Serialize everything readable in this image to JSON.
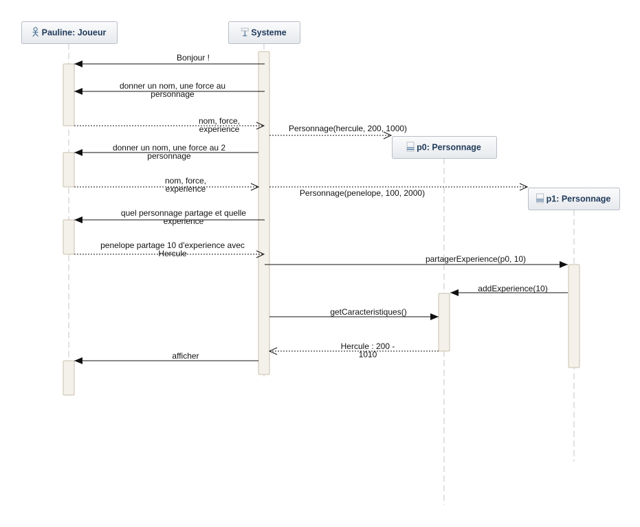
{
  "lifelines": [
    {
      "id": "joueur",
      "name": "Pauline: Joueur",
      "icon": "actor-icon"
    },
    {
      "id": "systeme",
      "name": "Systeme",
      "icon": "system-icon"
    },
    {
      "id": "p0",
      "name": "p0: Personnage",
      "icon": "class-instance-icon"
    },
    {
      "id": "p1",
      "name": "p1: Personnage",
      "icon": "class-instance-icon"
    }
  ],
  "messages": [
    {
      "label": [
        "Bonjour !"
      ],
      "from": "systeme",
      "to": "joueur",
      "kind": "sync"
    },
    {
      "label": [
        "donner un nom, une force au",
        "personnage"
      ],
      "from": "systeme",
      "to": "joueur",
      "kind": "sync"
    },
    {
      "label": [
        "nom, force,",
        "experience"
      ],
      "from": "joueur",
      "to": "systeme",
      "kind": "reply"
    },
    {
      "label": [
        "Personnage(hercule, 200, 1000)"
      ],
      "from": "systeme",
      "to": "p0",
      "kind": "create"
    },
    {
      "label": [
        "donner un nom, une force au 2",
        "personnage"
      ],
      "from": "systeme",
      "to": "joueur",
      "kind": "sync"
    },
    {
      "label": [
        "nom, force,",
        "experience"
      ],
      "from": "joueur",
      "to": "systeme",
      "kind": "reply"
    },
    {
      "label": [
        "Personnage(penelope, 100, 2000)"
      ],
      "from": "systeme",
      "to": "p1",
      "kind": "create"
    },
    {
      "label": [
        "quel personnage partage et quelle",
        "experience"
      ],
      "from": "systeme",
      "to": "joueur",
      "kind": "sync"
    },
    {
      "label": [
        "penelope partage 10 d'experience avec",
        "Hercule"
      ],
      "from": "joueur",
      "to": "systeme",
      "kind": "reply"
    },
    {
      "label": [
        "partagerExperience(p0, 10)"
      ],
      "from": "systeme",
      "to": "p1",
      "kind": "sync"
    },
    {
      "label": [
        "addExperience(10)"
      ],
      "from": "p1",
      "to": "p0",
      "kind": "sync"
    },
    {
      "label": [
        "getCaracteristiques()"
      ],
      "from": "systeme",
      "to": "p0",
      "kind": "sync"
    },
    {
      "label": [
        "Hercule : 200 -",
        "1010"
      ],
      "from": "p0",
      "to": "systeme",
      "kind": "reply"
    },
    {
      "label": [
        "afficher"
      ],
      "from": "systeme",
      "to": "joueur",
      "kind": "sync"
    }
  ],
  "colors": {
    "head_text": "#1f3a5a",
    "activation_fill": "#f4f1ea",
    "lifeline": "#c4c4c4"
  }
}
